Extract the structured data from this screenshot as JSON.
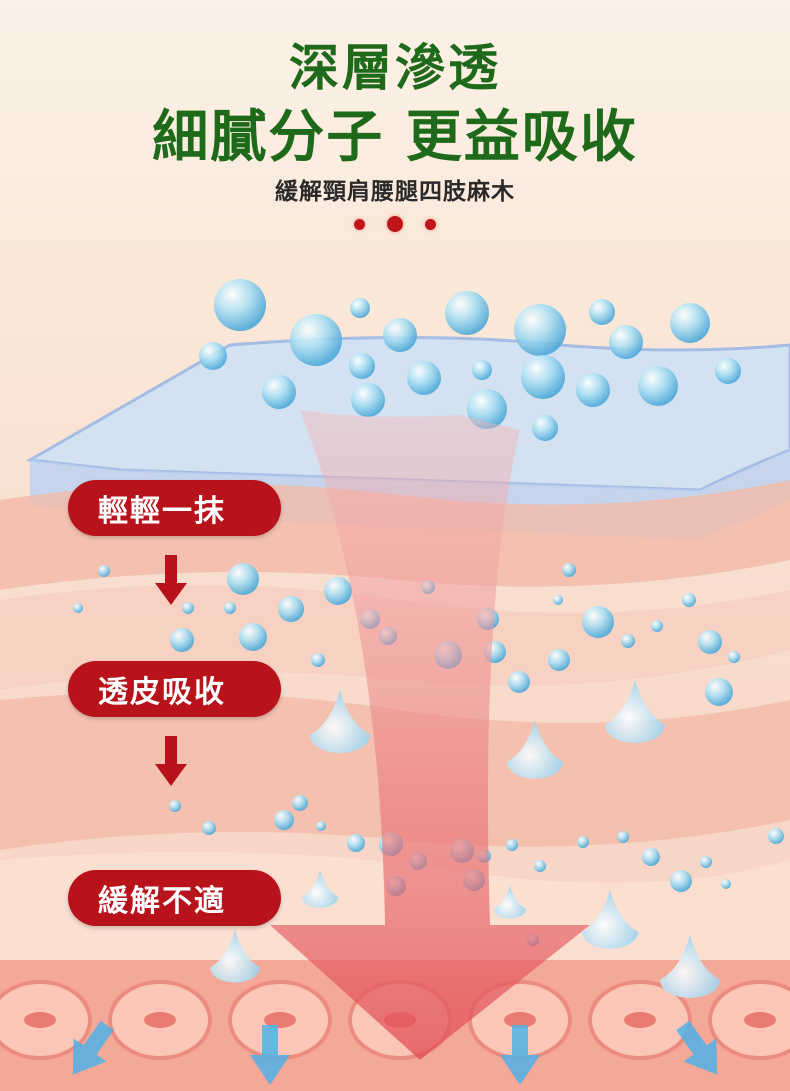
{
  "header": {
    "title_line1": "深層滲透",
    "title_line2": "細膩分子 更益吸收",
    "subtitle": "緩解頸肩腰腿四肢麻木"
  },
  "steps": [
    {
      "label": "輕輕一抹"
    },
    {
      "label": "透皮吸收"
    },
    {
      "label": "緩解不適"
    }
  ],
  "colors": {
    "title": "#1f6a1a",
    "pill": "#b8121a",
    "arrow": "#e85a5a",
    "water": "#9fd6ef"
  }
}
